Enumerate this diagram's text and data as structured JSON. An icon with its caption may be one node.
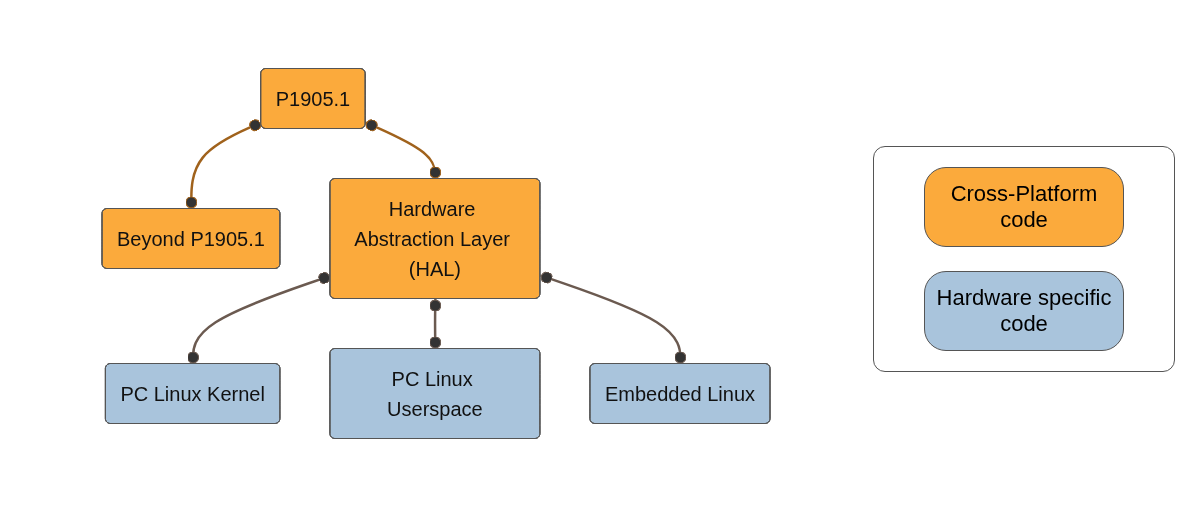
{
  "diagram": {
    "nodes": [
      {
        "text": [
          "P1905.1"
        ]
      },
      {
        "text": [
          "Beyond P1905.1"
        ]
      },
      {
        "text": [
          "Hardware Abstraction Layer (HAL)"
        ]
      },
      {
        "text": [
          "PC Linux Kernel"
        ]
      },
      {
        "text": [
          "PC Linux Userspace"
        ]
      },
      {
        "text": [
          "Embedded Linux"
        ]
      }
    ],
    "edges": [
      {
        "from": 0,
        "to": 1,
        "arrow": "other",
        "color": "#a0621c"
      },
      {
        "from": 0,
        "to": 2,
        "arrow": "other",
        "color": "#a0621c"
      },
      {
        "from": 2,
        "to": 3,
        "arrow": "other"
      },
      {
        "from": 2,
        "to": 4,
        "arrow": "other"
      },
      {
        "from": 2,
        "to": 5,
        "arrow": "other"
      }
    ],
    "legend": [
      {
        "text": "Cross-Platform code",
        "color": "#fbaa3c"
      },
      {
        "text": "Hardware specific code",
        "color": "#a9c4dc"
      }
    ]
  }
}
